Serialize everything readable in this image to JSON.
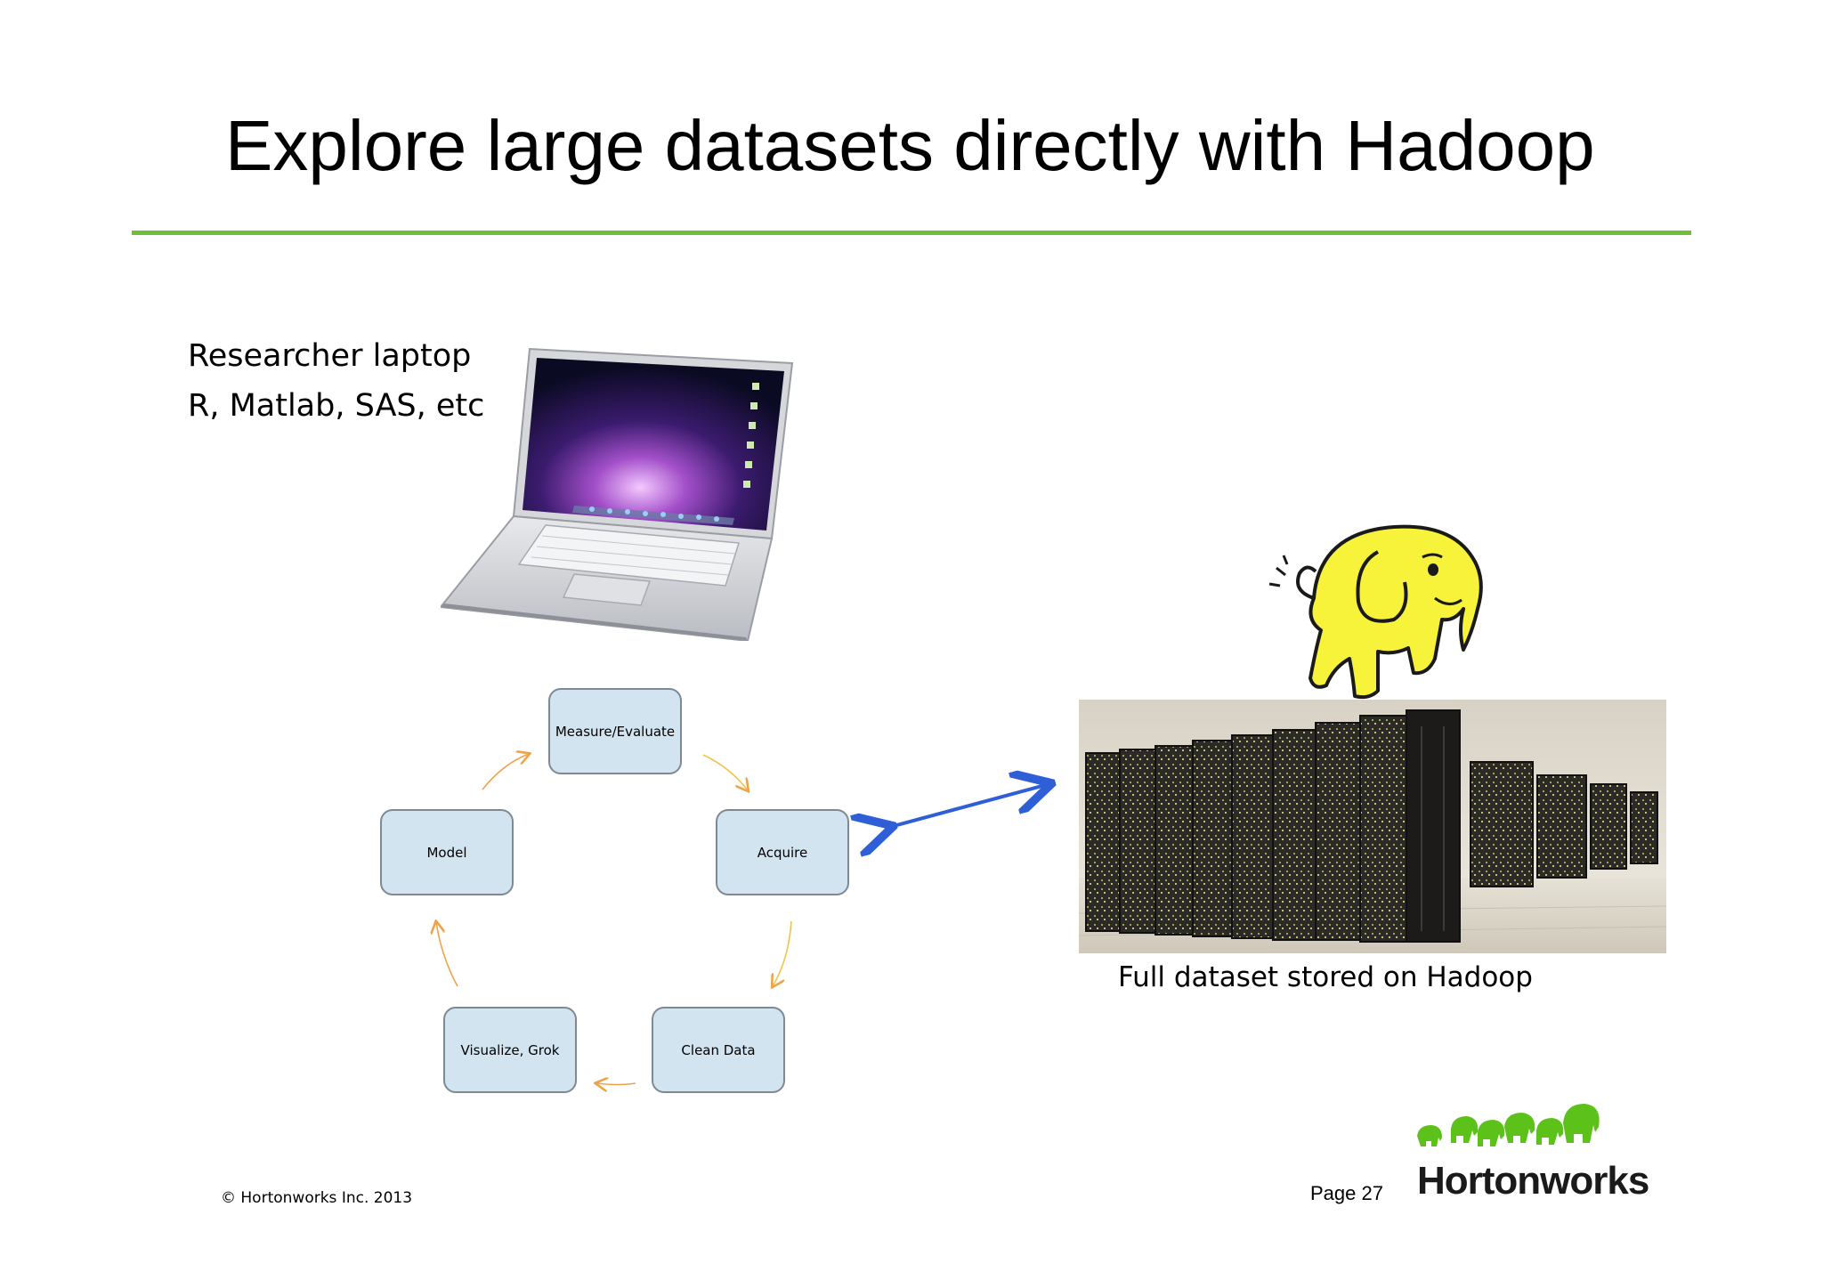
{
  "slide": {
    "title": "Explore large datasets directly with Hadoop",
    "accent_color": "#6fbe3a"
  },
  "laptop": {
    "line1": "Researcher laptop",
    "line2": "R, Matlab, SAS, etc",
    "icon": "laptop-icon"
  },
  "cycle": {
    "steps": [
      "Measure/Evaluate",
      "Acquire",
      "Clean Data",
      "Visualize, Grok",
      "Model"
    ],
    "box_color": "#d3e4f1",
    "arrow_color": "#f0a24a"
  },
  "link": {
    "arrow_color": "#2f5fd6",
    "icon": "double-arrow-icon"
  },
  "hadoop": {
    "caption": "Full dataset stored on Hadoop",
    "elephant_icon": "hadoop-elephant-icon",
    "servers_image": "server-racks-image"
  },
  "footer": {
    "copyright": "© Hortonworks Inc. 2013",
    "page": "Page 27",
    "logo_text": "Hortonworks",
    "logo_color": "#5cc21a"
  }
}
